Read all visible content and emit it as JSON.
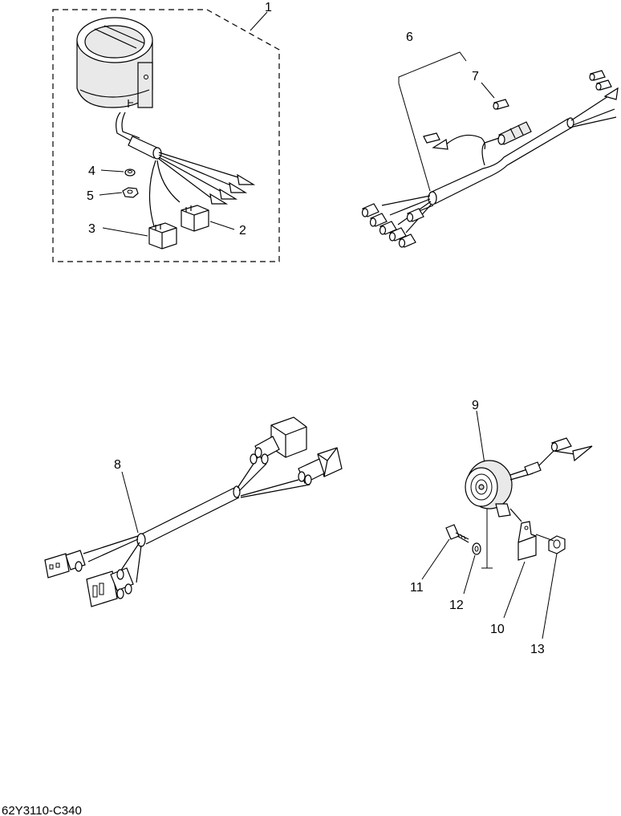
{
  "diagram_code": "62Y3110-C340",
  "part_numbers": {
    "meter_assy": "1",
    "connector_a": "2",
    "connector_b": "3",
    "washer_small": "4",
    "nut_small": "5",
    "wire_harness": "6",
    "fuse": "7",
    "extension_harness": "8",
    "buzzer": "9",
    "bracket": "10",
    "screw": "11",
    "washer": "12",
    "nut": "13"
  }
}
